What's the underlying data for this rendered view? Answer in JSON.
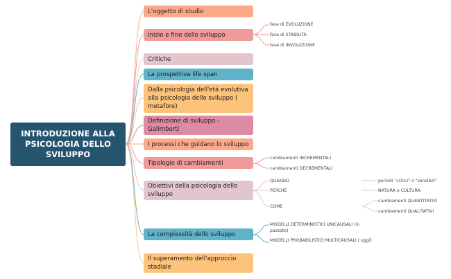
{
  "root": {
    "title": "INTRODUZIONE ALLA PSICOLOGIA DELLO SVILUPPO",
    "color": "#24546e"
  },
  "colors": {
    "salmon": "#fca98a",
    "coral": "#f09a9a",
    "mauve_light": "#e3c5cc",
    "teal": "#5fb2c7",
    "orange": "#fec37a",
    "rose": "#dd8ba3"
  },
  "branches": [
    {
      "label": "L'oggetto di studio",
      "color": "#fca98a",
      "children": []
    },
    {
      "label": "Inizio e fine dello sviluppo",
      "color": "#f09a9a",
      "children": [
        "fase di EVOLUZIONE",
        "fase di STABILITÀ",
        "fase di INVOLUZIONE"
      ]
    },
    {
      "label": "Critiche",
      "color": "#e3c5cc",
      "children": []
    },
    {
      "label": "La prospettiva life span",
      "color": "#5fb2c7",
      "children": []
    },
    {
      "label": "Dalla psicologia dell'età evolutiva alla psicologia dello sviluppo ( metafore)",
      "color": "#fec37a",
      "children": []
    },
    {
      "label": "Definizione di sviluppo - Galimberti",
      "color": "#dd8ba3",
      "children": []
    },
    {
      "label": "I processi che guidano lo sviluppo",
      "color": "#fca98a",
      "children": []
    },
    {
      "label": "Tipologie di cambiamenti",
      "color": "#f09a9a",
      "children": [
        "cambiamenti INCREMENTALI",
        "cambiamenti DECREMENTALI"
      ]
    },
    {
      "label": "Obiettivi della psicologia dello sviluppo",
      "color": "#e3c5cc",
      "children": [
        {
          "label": "QUANDO",
          "children": [
            "periodi \"critici\" o \"sensibili\""
          ]
        },
        {
          "label": "PERCHÉ",
          "children": [
            "NATURA o CULTURA"
          ]
        },
        {
          "label": "COME",
          "children": [
            "cambiamenti QUANTITATIVI",
            "cambiamenti QUALITATIVI"
          ]
        }
      ]
    },
    {
      "label": "La complessità dello sviluppo",
      "color": "#5fb2c7",
      "children": [
        "MODELLI DETERMINISTICI UNICAUSALI (in passato)",
        "MODELLI PROBABILISTICI MULTICAUSALI ( oggi)"
      ]
    },
    {
      "label": "Il superamento dell'approccio stadiale",
      "color": "#fec37a",
      "children": []
    }
  ]
}
